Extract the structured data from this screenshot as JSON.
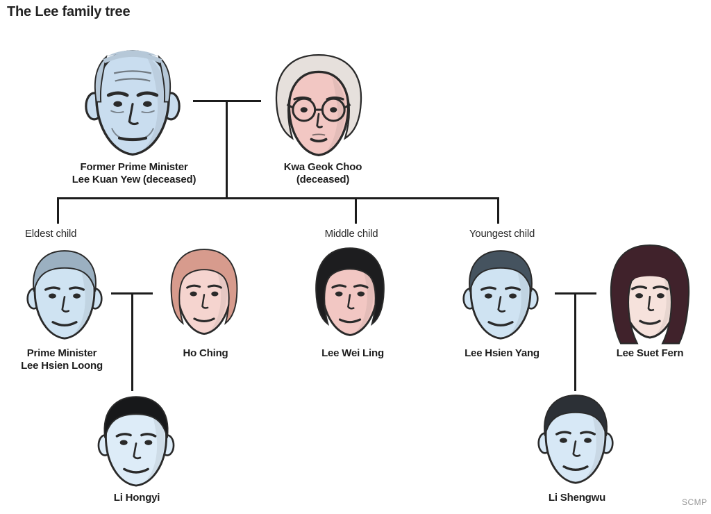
{
  "header": {
    "title": "The Lee family tree"
  },
  "tags": {
    "eldest": "Eldest child",
    "middle": "Middle child",
    "youngest": "Youngest child"
  },
  "people": {
    "lee_kuan_yew": {
      "line1": "Former Prime Minister",
      "line2": "Lee Kuan Yew (deceased)"
    },
    "kwa_geok_choo": {
      "line1": "Kwa Geok Choo",
      "line2": "(deceased)"
    },
    "lee_hsien_loong": {
      "line1": "Prime Minister",
      "line2": "Lee Hsien Loong"
    },
    "ho_ching": {
      "name": "Ho Ching"
    },
    "lee_wei_ling": {
      "name": "Lee Wei Ling"
    },
    "lee_hsien_yang": {
      "name": "Lee Hsien Yang"
    },
    "lee_suet_fern": {
      "name": "Lee Suet Fern"
    },
    "li_hongyi": {
      "name": "Li Hongyi"
    },
    "li_shengwu": {
      "name": "Li Shengwu"
    }
  },
  "relations": {
    "couples": [
      [
        "Lee Kuan Yew",
        "Kwa Geok Choo"
      ],
      [
        "Lee Hsien Loong",
        "Ho Ching"
      ],
      [
        "Lee Hsien Yang",
        "Lee Suet Fern"
      ]
    ],
    "children_of_lee_kuan_yew_and_kwa_geok_choo": [
      "Lee Hsien Loong (eldest)",
      "Lee Wei Ling (middle)",
      "Lee Hsien Yang (youngest)"
    ],
    "child_of_lee_hsien_loong_and_ho_ching": "Li Hongyi",
    "child_of_lee_hsien_yang_and_lee_suet_fern": "Li Shengwu"
  },
  "colors": {
    "line": "#1c1c1c",
    "blue_tint": "#cfe3f2",
    "pink_tint": "#f2c7c3",
    "text": "#1d1d1d",
    "credit_gray": "#979797"
  },
  "footer": {
    "credit": "SCMP"
  }
}
